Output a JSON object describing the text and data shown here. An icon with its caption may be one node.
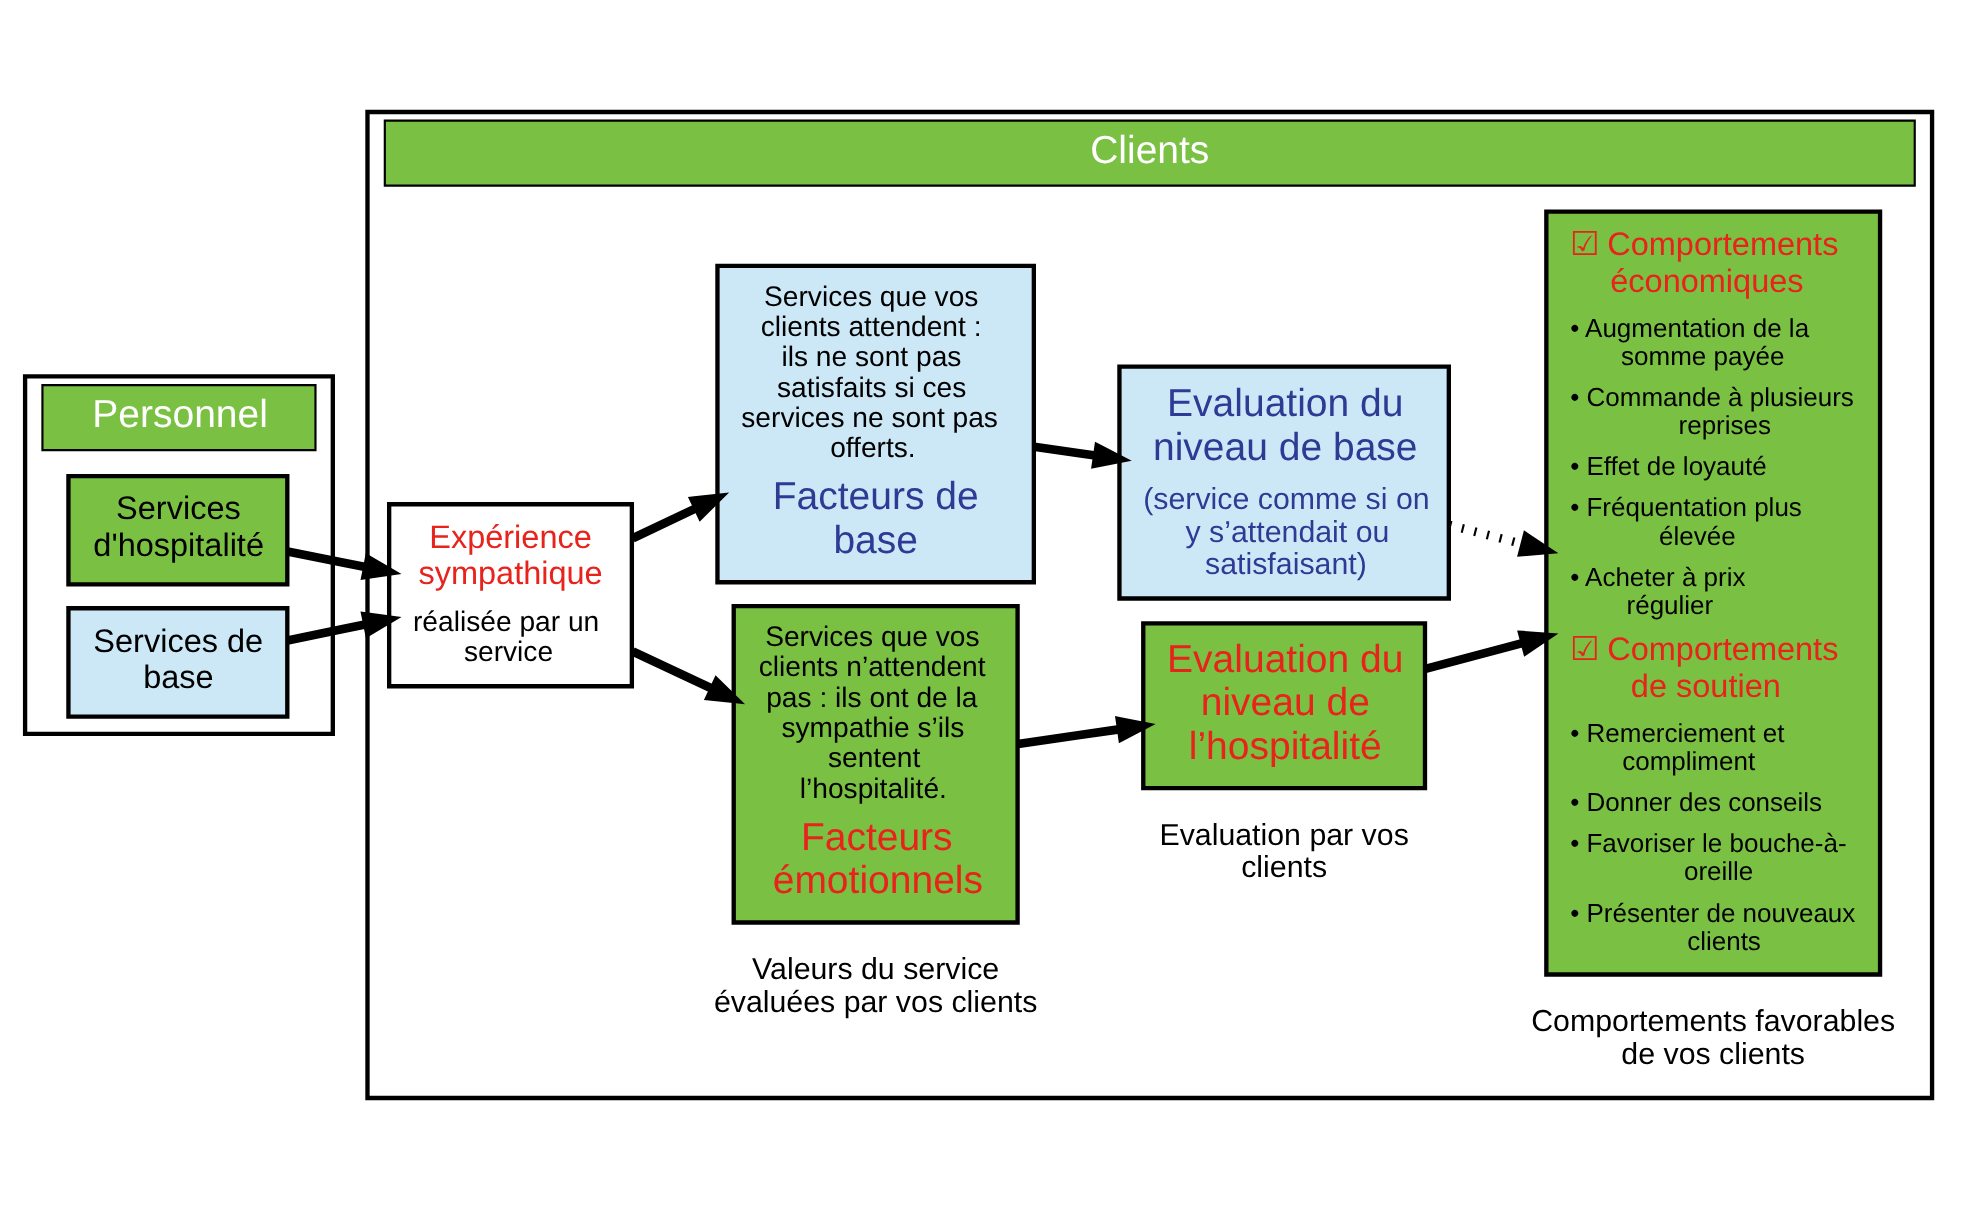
{
  "diagram": {
    "nodes": [
      {
        "text": [
          "Personnel"
        ]
      },
      {
        "text": [
          "Services d'hospitalité"
        ],
        "in": 0
      },
      {
        "text": [
          "Services de base"
        ],
        "in": 0
      },
      {
        "text": [
          "Clients"
        ]
      },
      {
        "text": [
          "Expérience sympathique",
          "réalisée par un service"
        ],
        "in": 3
      },
      {
        "text": [
          "Services que vos clients n’attendent pas : ils ont de la sympathie s’ils sentent l’hospitalité.",
          "Facteurs émotionnels"
        ],
        "in": 3
      },
      {
        "text": [
          "Services que vos clients attendent : ils ne sont pas satisfaits si ces services ne sont pas offerts.",
          "Facteurs de base"
        ],
        "in": 3
      },
      {
        "text": [
          "Evaluation du niveau de l’hospitalité"
        ],
        "in": 3
      },
      {
        "text": [
          "Evaluation du niveau de base",
          "(service comme si on y s’attendait ou satisfaisant)"
        ],
        "in": 3
      },
      {
        "text": [
          "☑ Comportements économiques",
          "• Augmentation de la somme payée",
          "• Commande à plusieurs reprises",
          "• Effet de loyauté",
          "• Fréquentation plus élevée",
          "• Acheter à prix régulier",
          "☑ Comportements de soutien",
          "• Remerciement et compliment",
          "• Donner des conseils",
          "• Favoriser le bouche-à-oreille",
          "• Présenter de nouveaux clients"
        ],
        "in": 3
      }
    ],
    "edges": [
      {
        "from": 1,
        "to": 4,
        "arrow": "to"
      },
      {
        "from": 2,
        "to": 4,
        "arrow": "to"
      },
      {
        "from": 4,
        "to": 5,
        "arrow": "to"
      },
      {
        "from": 4,
        "to": 6,
        "arrow": "to"
      },
      {
        "from": 5,
        "to": 7,
        "arrow": "to"
      },
      {
        "from": 6,
        "to": 8,
        "arrow": "to"
      },
      {
        "from": 7,
        "to": 9,
        "arrow": "to"
      },
      {
        "from": 8,
        "to": 9,
        "arrow": "to",
        "style": "dashed"
      }
    ],
    "labels": [
      "Valeurs du service évaluées par vos clients",
      "Evaluation par vos clients",
      "Comportements favorables de vos clients"
    ]
  }
}
